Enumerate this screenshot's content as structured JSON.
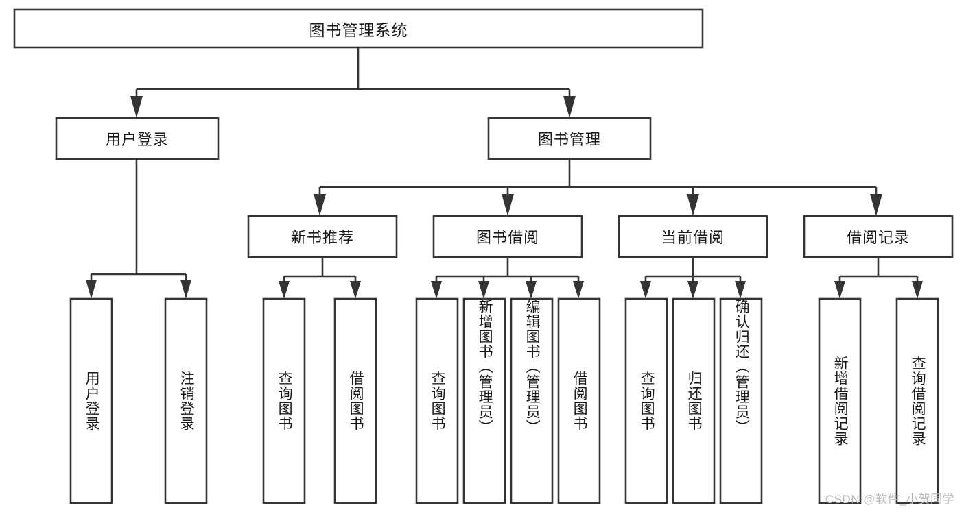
{
  "diagram": {
    "type": "hierarchy-tree",
    "title": "图书管理系统",
    "watermark": "CSDN @软件_小贺同学",
    "colors": {
      "stroke": "#343434",
      "fill": "#ffffff",
      "text": "#1a1a1a",
      "watermark": "#b9b9b9"
    },
    "root": {
      "label": "图书管理系统"
    },
    "level2": [
      {
        "label": "用户登录"
      },
      {
        "label": "图书管理"
      }
    ],
    "level3": [
      {
        "label": "新书推荐"
      },
      {
        "label": "图书借阅"
      },
      {
        "label": "当前借阅"
      },
      {
        "label": "借阅记录"
      }
    ],
    "leaves": {
      "user_login": [
        {
          "label": "用户登录"
        },
        {
          "label": "注销登录"
        }
      ],
      "new_book_recommend": [
        {
          "label": "查询图书"
        },
        {
          "label": "借阅图书"
        }
      ],
      "book_borrow": [
        {
          "label": "查询图书"
        },
        {
          "label": "新增图书（管理员）"
        },
        {
          "label": "编辑图书（管理员）"
        },
        {
          "label": "借阅图书"
        }
      ],
      "current_borrow": [
        {
          "label": "查询图书"
        },
        {
          "label": "归还图书"
        },
        {
          "label": "确认归还（管理员）"
        }
      ],
      "borrow_record": [
        {
          "label": "新增借阅记录"
        },
        {
          "label": "查询借阅记录"
        }
      ]
    }
  }
}
